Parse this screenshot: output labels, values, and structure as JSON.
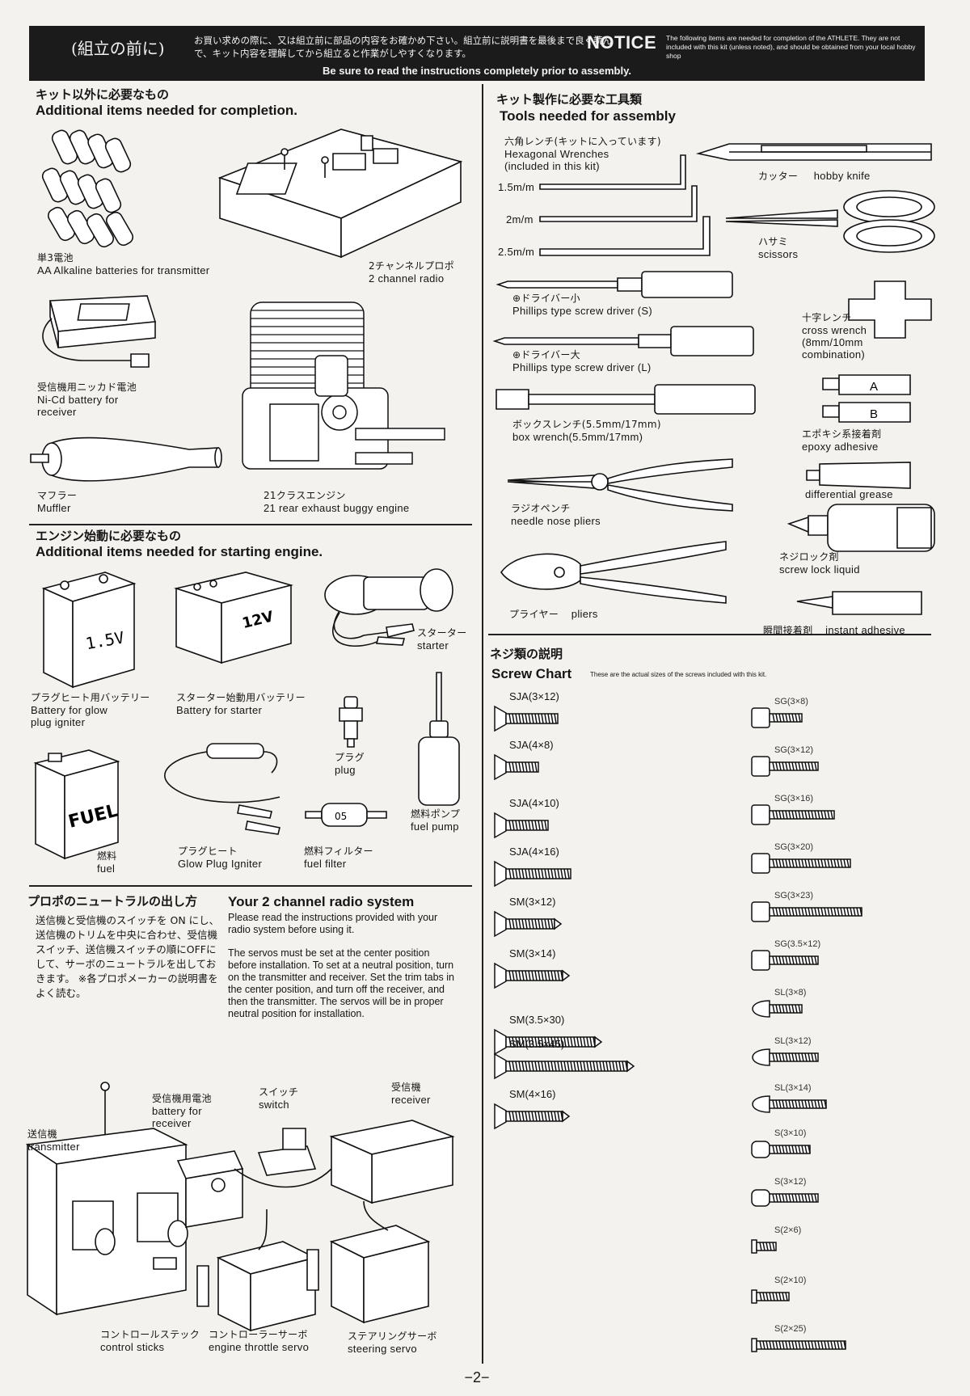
{
  "header": {
    "jp_title": "(組立の前に)",
    "jp_text": "お買い求めの際に、又は組立前に部品の内容をお確かめ下さい。組立前に説明書を最後まで良く読んで、キット内容を理解してから組立ると作業がしやすくなります。",
    "notice": "NOTICE",
    "en_small": "The following items are needed for completion of the ATHLETE. They are not included with this kit (unless noted), and should be obtained from your local hobby shop",
    "bottom": "Be sure to read the instructions completely prior to assembly."
  },
  "completion": {
    "title_jp": "キット以外に必要なもの",
    "title_en": "Additional items needed for completion.",
    "items": [
      {
        "jp": "単3電池",
        "en": "AA Alkaline batteries for transmitter"
      },
      {
        "jp": "2チャンネルプロポ",
        "en": "2 channel radio"
      },
      {
        "jp": "受信機用ニッカド電池",
        "en": "Ni-Cd battery for receiver"
      },
      {
        "jp": "マフラー",
        "en": "Muffler"
      },
      {
        "jp": "21クラスエンジン",
        "en": "21 rear exhaust buggy engine"
      }
    ]
  },
  "starting": {
    "title_jp": "エンジン始動に必要なもの",
    "title_en": "Additional items needed for starting engine.",
    "items": [
      {
        "jp": "プラグヒート用バッテリー",
        "en": "Battery for glow plug igniter"
      },
      {
        "jp": "スターター始動用バッテリー",
        "en": "Battery for starter"
      },
      {
        "jp": "スターター",
        "en": "starter"
      },
      {
        "jp": "プラグ",
        "en": "plug"
      },
      {
        "jp": "燃料",
        "en": "fuel"
      },
      {
        "jp": "プラグヒート",
        "en": "Glow Plug Igniter"
      },
      {
        "jp": "燃料フィルター",
        "en": "fuel filter"
      },
      {
        "jp": "燃料ポンプ",
        "en": "fuel pump"
      }
    ],
    "battery1_label": "1.5V",
    "battery2_label": "12V",
    "fuel_label": "FUEL",
    "filter_label": "05"
  },
  "tools": {
    "title_jp": "キット製作に必要な工具類",
    "title_en": "Tools needed for assembly",
    "hex": {
      "jp": "六角レンチ(キットに入っています)",
      "en1": "Hexagonal Wrenches",
      "en2": "(included in this kit)",
      "sizes": [
        "1.5m/m",
        "2m/m",
        "2.5m/m"
      ]
    },
    "knife": {
      "jp": "カッター",
      "en": "hobby knife"
    },
    "scissors": {
      "jp": "ハサミ",
      "en": "scissors"
    },
    "ps_small": {
      "jp": "⊕ドライバー小",
      "en": "Phillips type screw driver (S)"
    },
    "ps_large": {
      "jp": "⊕ドライバー大",
      "en": "Phillips type screw driver (L)"
    },
    "cross": {
      "jp": "十字レンチ",
      "en1": "cross wrench",
      "en2": "(8mm/10mm",
      "en3": "combination)"
    },
    "box": {
      "jp": "ボックスレンチ(5.5mm/17mm)",
      "en": "box wrench(5.5mm/17mm)"
    },
    "epoxy": {
      "jp": "エポキシ系接着剤",
      "en": "epoxy adhesive",
      "a": "A",
      "b": "B"
    },
    "grease": {
      "en": "differential grease"
    },
    "needle": {
      "jp": "ラジオペンチ",
      "en": "needle nose pliers"
    },
    "lock": {
      "jp": "ネジロック剤",
      "en": "screw lock liquid"
    },
    "pliers": {
      "jp": "プライヤー",
      "en": "pliers"
    },
    "instant": {
      "jp": "瞬間接着剤",
      "en": "instant adhesive"
    }
  },
  "radio": {
    "title_jp": "プロポのニュートラルの出し方",
    "title_en": "Your 2 channel radio system",
    "body_jp": "送信機と受信機のスイッチを ON にし、送信機のトリムを中央に合わせ、受信機スイッチ、送信機スイッチの順にOFFにして、サーボのニュートラルを出しておきます。 ※各プロポメーカーの説明書をよく読む。",
    "body_en1": "Please read the instructions provided with your radio system before using it.",
    "body_en2": "The servos must be set at the center position before installation. To set at a neutral position, turn on the transmitter and receiver. Set the trim tabs in the center position, and turn off the receiver, and then the transmitter. The servos will be in proper neutral position for installation.",
    "labels": {
      "transmitter_jp": "送信機",
      "transmitter_en": "transmitter",
      "rxbatt_jp": "受信機用電池",
      "rxbatt_en1": "battery for",
      "rxbatt_en2": "receiver",
      "switch_jp": "スイッチ",
      "switch_en": "switch",
      "receiver_jp": "受信機",
      "receiver_en": "receiver",
      "sticks_jp": "コントロールステック",
      "sticks_en": "control sticks",
      "throttle_jp": "コントローラーサーボ",
      "throttle_en": "engine throttle servo",
      "steer_jp": "ステアリングサーボ",
      "steer_en": "steering servo"
    }
  },
  "screws": {
    "title_jp": "ネジ類の説明",
    "title_en": "Screw Chart",
    "subtitle": "These are the actual sizes of the screws included with this kit.",
    "left": [
      "SJA(3×12)",
      "SJA(4×8)",
      "SJA(4×10)",
      "SJA(4×16)",
      "SM(3×12)",
      "SM(3×14)",
      "SM(3.5×30)",
      "SM(3.5×45)",
      "SM(4×16)"
    ],
    "right": [
      "SG(3×8)",
      "SG(3×12)",
      "SG(3×16)",
      "SG(3×20)",
      "SG(3×23)",
      "SG(3.5×12)",
      "SL(3×8)",
      "SL(3×12)",
      "SL(3×14)",
      "S(3×10)",
      "S(3×12)",
      "S(2×6)",
      "S(2×10)",
      "S(2×25)"
    ]
  },
  "page_number": "−2−"
}
